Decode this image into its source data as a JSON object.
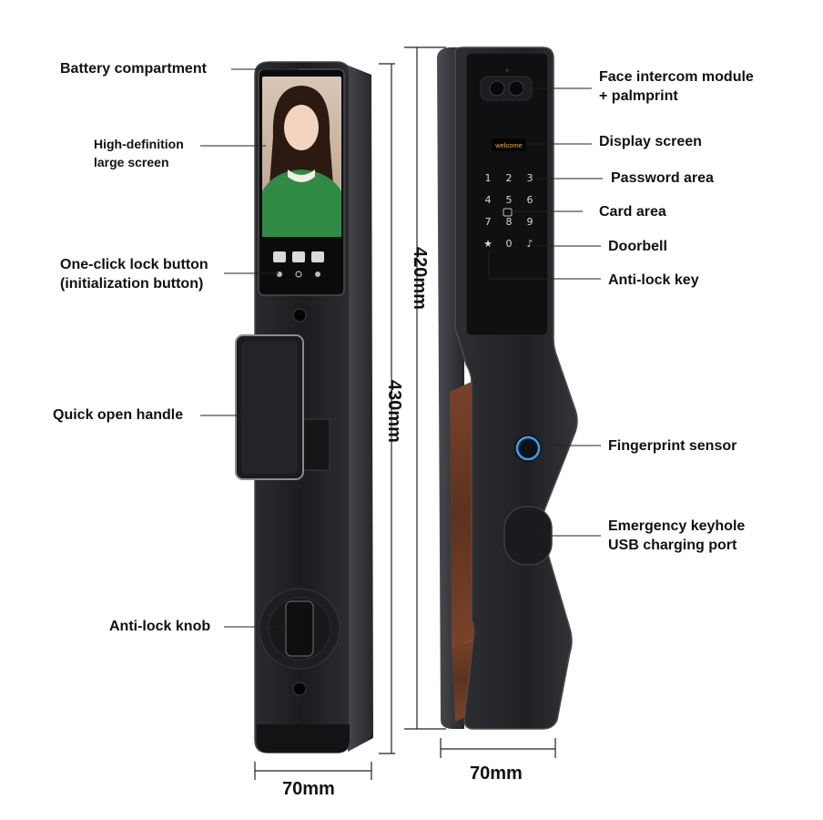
{
  "labels_left": {
    "battery": "Battery compartment",
    "hd_screen_1": "High-definition",
    "hd_screen_2": "large screen",
    "lock_button_1": "One-click lock button",
    "lock_button_2": "(initialization button)",
    "handle": "Quick open handle",
    "knob": "Anti-lock knob"
  },
  "labels_right": {
    "face_1": "Face intercom module",
    "face_2": "+ palmprint",
    "display": "Display screen",
    "password": "Password area",
    "card": "Card area",
    "doorbell": "Doorbell",
    "antilock_key": "Anti-lock key",
    "fingerprint": "Fingerprint sensor",
    "keyhole_1": "Emergency keyhole",
    "keyhole_2": "USB charging port"
  },
  "dimensions": {
    "back_height": "430mm",
    "front_height": "420mm",
    "back_width": "70mm",
    "front_width": "70mm"
  },
  "screen_text": "welcome",
  "keypad": [
    "1",
    "2",
    "3",
    "4",
    "5",
    "6",
    "7",
    "8",
    "9",
    "★",
    "0",
    "♪"
  ],
  "colors": {
    "body": "#1c1d20",
    "bezel": "#3a3c40",
    "wood": "#6b3a26",
    "fingerprint_ring": "#2aa7ff",
    "accent_green": "#2f8a44"
  }
}
